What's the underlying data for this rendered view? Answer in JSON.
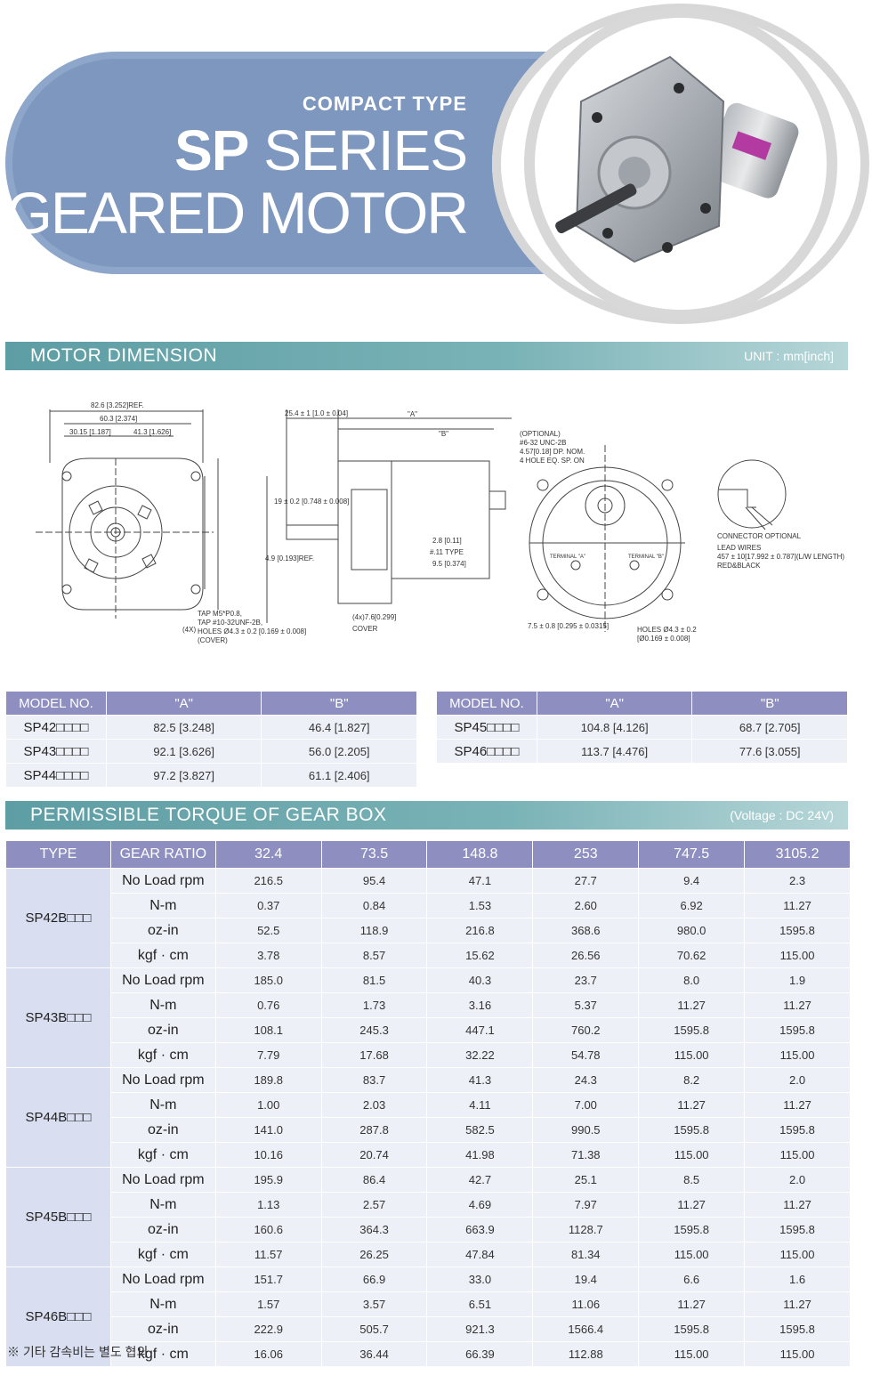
{
  "header": {
    "subtitle": "COMPACT TYPE",
    "title_bold": "SP",
    "title_rest": " SERIES",
    "title_line2": "GEARED MOTOR"
  },
  "dimension_section": {
    "label": "MOTOR DIMENSION",
    "unit": "UNIT : mm[inch]"
  },
  "drawing_labels": {
    "d1": "82.6 [3.252]REF.",
    "d2": "60.3 [2.374]",
    "d3": "30.15 [1.187]",
    "d4": "41.3 [1.626]",
    "d5": "25.4 ± 1 [1.0 ± 0.04]",
    "d6": "\"A\"",
    "d7": "\"B\"",
    "d8": "19 ± 0.2 [0.748 ± 0.008]",
    "d9": "4.9 [0.193]REF.",
    "d10": "TAP M5*P0.8,",
    "d11": "TAP #10-32UNF-2B,",
    "d12": "HOLES Ø4.3 ± 0.2 [0.169 ± 0.008]",
    "d13": "(COVER)",
    "d14": "(4X)",
    "d15": "(4x)7.6[0.299]",
    "d16": "COVER",
    "d17": "2.8 [0.11]",
    "d18": "#.11 TYPE",
    "d19": "9.5 [0.374]",
    "d20": "(OPTIONAL)",
    "d21": "#6-32 UNC-2B",
    "d22": "4.57[0.18] DP. NOM.",
    "d23": "4 HOLE EQ. SP. ON",
    "d24": "7.5 ± 0.8 [0.295 ± 0.0315]",
    "d25": "HOLES Ø4.3 ± 0.2",
    "d26": "[Ø0.169 ± 0.008]",
    "d27": "CONNECTOR OPTIONAL",
    "d28": "LEAD WIRES",
    "d29": "457 ± 10[17.992 ± 0.787](L/W LENGTH)",
    "d30": "RED&BLACK",
    "d31": "TERMINAL \"A\"",
    "d32": "TERMINAL \"B\""
  },
  "dim_table_left": {
    "headers": [
      "MODEL NO.",
      "\"A\"",
      "\"B\""
    ],
    "rows": [
      [
        "SP42□□□□",
        "82.5 [3.248]",
        "46.4 [1.827]"
      ],
      [
        "SP43□□□□",
        "92.1 [3.626]",
        "56.0 [2.205]"
      ],
      [
        "SP44□□□□",
        "97.2 [3.827]",
        "61.1 [2.406]"
      ]
    ]
  },
  "dim_table_right": {
    "headers": [
      "MODEL NO.",
      "\"A\"",
      "\"B\""
    ],
    "rows": [
      [
        "SP45□□□□",
        "104.8 [4.126]",
        "68.7 [2.705]"
      ],
      [
        "SP46□□□□",
        "113.7 [4.476]",
        "77.6 [3.055]"
      ]
    ]
  },
  "torque_section": {
    "label": "PERMISSIBLE TORQUE OF GEAR BOX",
    "unit": "(Voltage : DC 24V)"
  },
  "torque_table": {
    "headers": [
      "TYPE",
      "GEAR RATIO",
      "32.4",
      "73.5",
      "148.8",
      "253",
      "747.5",
      "3105.2"
    ],
    "units": [
      "No Load rpm",
      "N-m",
      "oz-in",
      "kgf · cm"
    ],
    "groups": [
      {
        "type": "SP42B□□□",
        "rows": [
          [
            "216.5",
            "95.4",
            "47.1",
            "27.7",
            "9.4",
            "2.3"
          ],
          [
            "0.37",
            "0.84",
            "1.53",
            "2.60",
            "6.92",
            "11.27"
          ],
          [
            "52.5",
            "118.9",
            "216.8",
            "368.6",
            "980.0",
            "1595.8"
          ],
          [
            "3.78",
            "8.57",
            "15.62",
            "26.56",
            "70.62",
            "115.00"
          ]
        ]
      },
      {
        "type": "SP43B□□□",
        "rows": [
          [
            "185.0",
            "81.5",
            "40.3",
            "23.7",
            "8.0",
            "1.9"
          ],
          [
            "0.76",
            "1.73",
            "3.16",
            "5.37",
            "11.27",
            "11.27"
          ],
          [
            "108.1",
            "245.3",
            "447.1",
            "760.2",
            "1595.8",
            "1595.8"
          ],
          [
            "7.79",
            "17.68",
            "32.22",
            "54.78",
            "115.00",
            "115.00"
          ]
        ]
      },
      {
        "type": "SP44B□□□",
        "rows": [
          [
            "189.8",
            "83.7",
            "41.3",
            "24.3",
            "8.2",
            "2.0"
          ],
          [
            "1.00",
            "2.03",
            "4.11",
            "7.00",
            "11.27",
            "11.27"
          ],
          [
            "141.0",
            "287.8",
            "582.5",
            "990.5",
            "1595.8",
            "1595.8"
          ],
          [
            "10.16",
            "20.74",
            "41.98",
            "71.38",
            "115.00",
            "115.00"
          ]
        ]
      },
      {
        "type": "SP45B□□□",
        "rows": [
          [
            "195.9",
            "86.4",
            "42.7",
            "25.1",
            "8.5",
            "2.0"
          ],
          [
            "1.13",
            "2.57",
            "4.69",
            "7.97",
            "11.27",
            "11.27"
          ],
          [
            "160.6",
            "364.3",
            "663.9",
            "1128.7",
            "1595.8",
            "1595.8"
          ],
          [
            "11.57",
            "26.25",
            "47.84",
            "81.34",
            "115.00",
            "115.00"
          ]
        ]
      },
      {
        "type": "SP46B□□□",
        "rows": [
          [
            "151.7",
            "66.9",
            "33.0",
            "19.4",
            "6.6",
            "1.6"
          ],
          [
            "1.57",
            "3.57",
            "6.51",
            "11.06",
            "11.27",
            "11.27"
          ],
          [
            "222.9",
            "505.7",
            "921.3",
            "1566.4",
            "1595.8",
            "1595.8"
          ],
          [
            "16.06",
            "36.44",
            "66.39",
            "112.88",
            "115.00",
            "115.00"
          ]
        ]
      }
    ]
  },
  "footnote": "※ 기타 감속비는 별도 협의"
}
